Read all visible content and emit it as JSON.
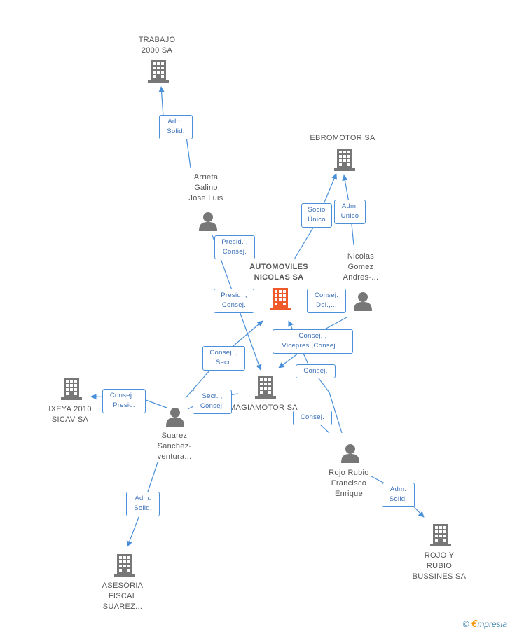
{
  "colors": {
    "edge": "#4a90d9",
    "node": "#777777",
    "main_node": "#f0592a",
    "label_border": "#4a90d9"
  },
  "nodes": {
    "trabajo": {
      "label": "TRABAJO\n2000 SA",
      "icon": "building-icon"
    },
    "ebromotor": {
      "label": "EBROMOTOR SA",
      "icon": "building-icon"
    },
    "arrieta": {
      "label": "Arrieta\nGalino\nJose Luis",
      "icon": "person-icon"
    },
    "automoviles": {
      "label": "AUTOMOVILES\nNICOLAS SA",
      "icon": "building-icon"
    },
    "nicolas": {
      "label": "Nicolas\nGomez\nAndres-...",
      "icon": "person-icon"
    },
    "ixeya": {
      "label": "IXEYA 2010\nSICAV SA",
      "icon": "building-icon"
    },
    "magiamotor": {
      "label": "MAGIAMOTOR SA",
      "icon": "building-icon"
    },
    "suarez": {
      "label": "Suarez\nSanchez-\nventura...",
      "icon": "person-icon"
    },
    "rojo_person": {
      "label": "Rojo Rubio\nFrancisco\nEnrique",
      "icon": "person-icon"
    },
    "asesoria": {
      "label": "ASESORIA\nFISCAL\nSUAREZ...",
      "icon": "building-icon"
    },
    "rojo_company": {
      "label": "ROJO Y\nRUBIO\nBUSSINES SA",
      "icon": "building-icon"
    }
  },
  "relations": {
    "r1": "Adm.\nSolid.",
    "r2": "Socio\nÚnico",
    "r3": "Adm.\nUnico",
    "r4": "Presid. ,\nConsej.",
    "r5": "Presid. ,\nConsej.",
    "r6": "Consej.\nDel.,...",
    "r7": "Consej. ,\nVicepres.,Consej....",
    "r8": "Consej. ,\nSecr.",
    "r9": "Consej. ,\nPresid.",
    "r10": "Secr. ,\nConsej.",
    "r11": "Consej.",
    "r12": "Consej.",
    "r13": "Adm.\nSolid.",
    "r14": "Adm.\nSolid."
  },
  "footer": {
    "copyright": "©",
    "brand_e": "€",
    "brand_rest": "mpresia"
  }
}
